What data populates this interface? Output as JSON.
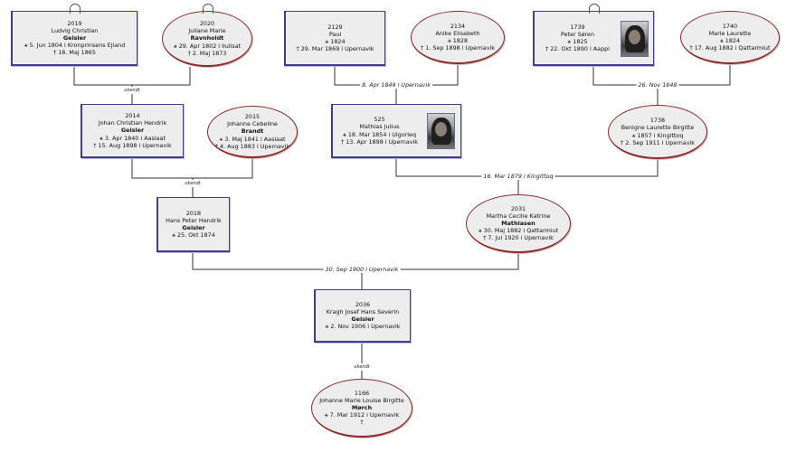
{
  "persons": [
    {
      "key": "p2019",
      "id": "2019",
      "given": "Ludvig Christian",
      "surname": "Geisler",
      "events": [
        "⚹ 5. Jun 1804 i  Kronprinsens Ejland",
        "† 18. Maj 1865"
      ]
    },
    {
      "key": "p2020",
      "id": "2020",
      "given": "Juliane Marie",
      "surname": "Ravnholdt",
      "events": [
        "⚹ 29. Apr 1802 i  Ilulisat",
        "† 2. Maj 1873"
      ]
    },
    {
      "key": "p2129",
      "id": "2129",
      "given": "Paul",
      "surname": "",
      "events": [
        "⚹ 1824",
        "† 29. Mar 1869 i  Upernavik"
      ]
    },
    {
      "key": "p2134",
      "id": "2134",
      "given": "Anike Elisabeth",
      "surname": "",
      "events": [
        "⚹ 1828",
        "† 1. Sep 1898 i  Upernavik"
      ]
    },
    {
      "key": "p1739",
      "id": "1739",
      "given": "Peter Søren",
      "surname": "",
      "events": [
        "⚹ 1825",
        "† 22. Okt 1890 i  Aappi"
      ]
    },
    {
      "key": "p1740",
      "id": "1740",
      "given": "Marie Laurette",
      "surname": "",
      "events": [
        "⚹ 1824",
        "† 17. Aug 1882 i  Qattarmiut"
      ]
    },
    {
      "key": "p2014",
      "id": "2014",
      "given": "Johan Christian Hendrik",
      "surname": "Geisler",
      "events": [
        "⚹ 3. Apr 1840 i  Aasiaat",
        "† 15. Aug 1898 i  Upernavik"
      ]
    },
    {
      "key": "p2015",
      "id": "2015",
      "given": "Johanne Cebeline",
      "surname": "Brandt",
      "events": [
        "⚹ 3. Maj 1841 i  Aasiaat",
        "† 4. Aug 1883 i  Upernavik"
      ]
    },
    {
      "key": "p525",
      "id": "525",
      "given": "Mathias Julius",
      "surname": "",
      "events": [
        "⚹ 18. Mar 1854 i  Uigorleq",
        "† 13. Apr 1898 i  Upernavik"
      ]
    },
    {
      "key": "p1738",
      "id": "1738",
      "given": "Benigne Laurette Birgitte",
      "surname": "",
      "events": [
        "⚹ 1857 i  Kingittoq",
        "† 2. Sep 1911 i  Upernavik"
      ]
    },
    {
      "key": "p2018",
      "id": "2018",
      "given": "Hans Peter Hendrik",
      "surname": "Geisler",
      "events": [
        "⚹ 25. Okt 1874"
      ]
    },
    {
      "key": "p2031",
      "id": "2031",
      "given": "Martha Cecilie Katrine",
      "surname": "Mathiasen",
      "events": [
        "⚹ 30. Maj 1882 i  Qattarmiut",
        "† 7. Jul 1920 i  Upernavik"
      ]
    },
    {
      "key": "p2036",
      "id": "2036",
      "given": "Kragh Josef Hans Severin",
      "surname": "Geisler",
      "events": [
        "⚹ 2. Nov 1906 i  Upernavik"
      ]
    },
    {
      "key": "p1166",
      "id": "1166",
      "given": "Johanne Marie Louise Birgitte",
      "surname": "Mørch",
      "events": [
        "⚹ 7. Mar 1912 i  Upernavik",
        "†"
      ]
    }
  ],
  "unions": {
    "u1": "ukendt",
    "u2": "8. Apr 1849 i  Upernavik",
    "u3": "26. Nov 1848",
    "u4": "ukendt",
    "u5": "16. Mar 1879 i  Kingittoq",
    "u6": "30. Sep 1900 i  Upernavik",
    "u7": "ukendt"
  },
  "colors": {
    "male_border": "#3e3e8c",
    "female_border": "#8c2a2a",
    "node_fill": "#ededed",
    "line": "#333333"
  }
}
